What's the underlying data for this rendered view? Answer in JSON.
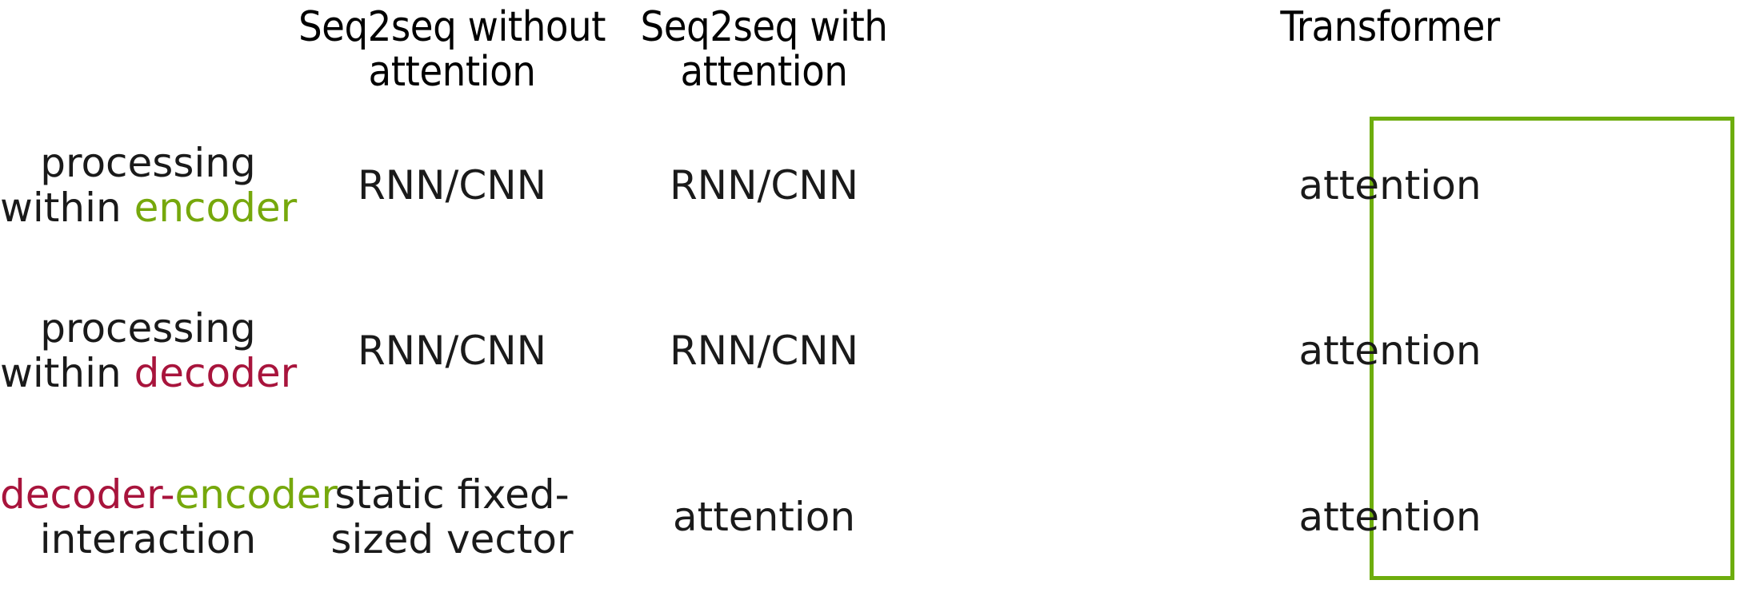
{
  "colors": {
    "encoder": "#76A80C",
    "decoder": "#A8143C",
    "highlight_border": "#6DAD0D",
    "text": "#1a1a1a",
    "background": "#ffffff"
  },
  "table": {
    "headers": {
      "row_label_column": "",
      "col_seq2seq_no_attention_line1": "Seq2seq without",
      "col_seq2seq_no_attention_line2": "attention",
      "col_seq2seq_attention_line1": "Seq2seq with",
      "col_seq2seq_attention_line2": "attention",
      "col_transformer": "Transformer"
    },
    "rows": [
      {
        "label_line1": "processing",
        "label_line2_prefix": "within ",
        "label_line2_keyword": "encoder",
        "label_keyword_color": "encoder",
        "cell_seq2seq_no_attention": "RNN/CNN",
        "cell_seq2seq_attention": "RNN/CNN",
        "cell_transformer": "attention"
      },
      {
        "label_line1": "processing",
        "label_line2_prefix": "within ",
        "label_line2_keyword": "decoder",
        "label_keyword_color": "decoder",
        "cell_seq2seq_no_attention": "RNN/CNN",
        "cell_seq2seq_attention": "RNN/CNN",
        "cell_transformer": "attention"
      },
      {
        "label_line1_kw_a": "decoder",
        "label_line1_sep": "-",
        "label_line1_kw_b": "encoder",
        "label_line2": "interaction",
        "cell_seq2seq_no_attention_line1": "static fixed-",
        "cell_seq2seq_no_attention_line2": "sized vector",
        "cell_seq2seq_attention": "attention",
        "cell_transformer": "attention"
      }
    ]
  },
  "highlight": {
    "target_column": "Transformer",
    "style": "green-rectangle-outline"
  }
}
